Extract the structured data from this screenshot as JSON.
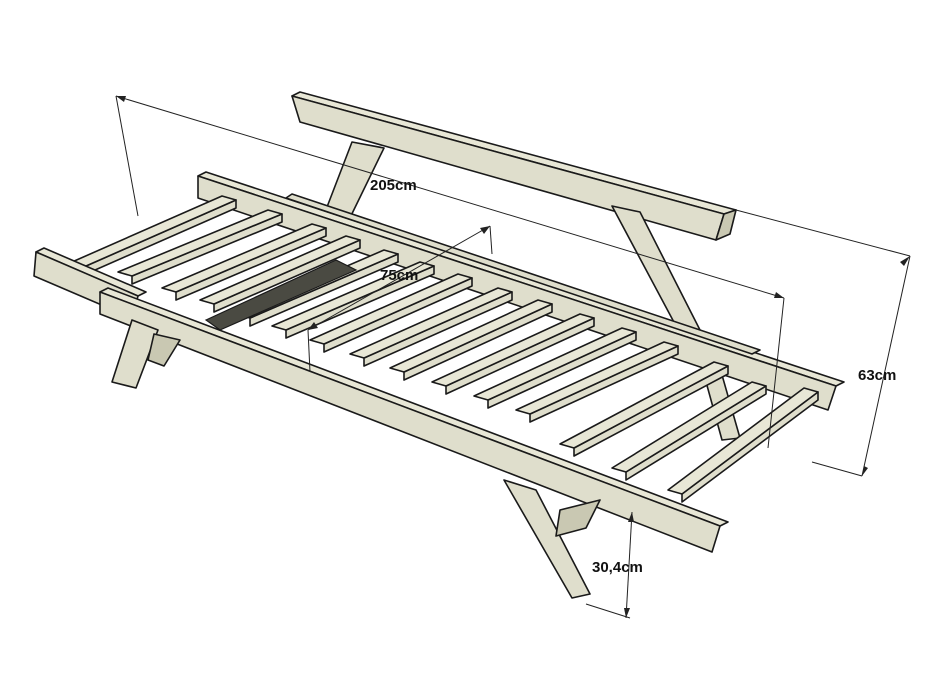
{
  "drawing": {
    "subject": "wooden daybed frame",
    "colors": {
      "wood": "#dfdecc",
      "outline": "#1a1a1a",
      "background": "#ffffff"
    }
  },
  "dimensions": [
    {
      "key": "length",
      "label": "205cm"
    },
    {
      "key": "width",
      "label": "75cm"
    },
    {
      "key": "height",
      "label": "63cm"
    },
    {
      "key": "seat_height",
      "label": "30,4cm"
    }
  ]
}
